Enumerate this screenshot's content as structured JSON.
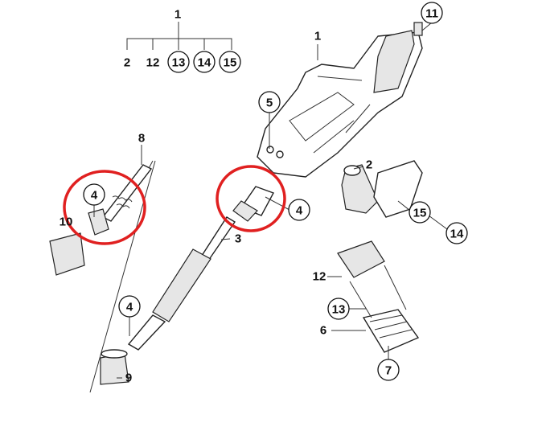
{
  "diagram": {
    "title": "Steering column parts diagram",
    "highlight_color": "#e02020",
    "legend": {
      "parent": "1",
      "children": [
        "2",
        "12",
        "13",
        "14",
        "15"
      ],
      "circled": [
        "13",
        "14",
        "15"
      ]
    },
    "callouts": {
      "c11": "11",
      "c1": "1",
      "c5": "5",
      "c8": "8",
      "c2": "2",
      "c4a": "4",
      "c4b": "4",
      "c10": "10",
      "c15": "15",
      "c14": "14",
      "c3": "3",
      "c12": "12",
      "c13": "13",
      "c6": "6",
      "c4c": "4",
      "c7": "7",
      "c9": "9"
    }
  }
}
